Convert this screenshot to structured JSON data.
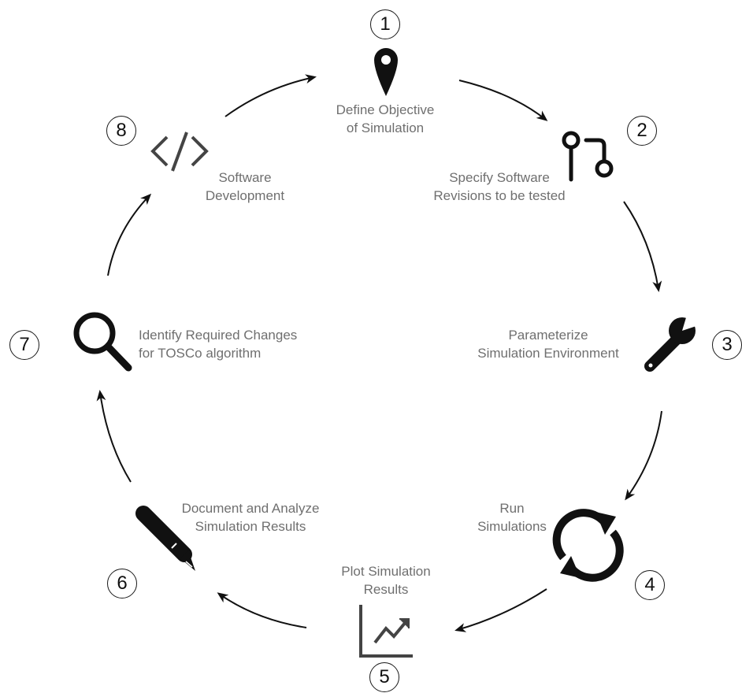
{
  "steps": [
    {
      "number": "1",
      "icon": "map-pin-icon",
      "lines": [
        "Define Objective",
        "of Simulation"
      ]
    },
    {
      "number": "2",
      "icon": "git-branch-icon",
      "lines": [
        "Specify Software",
        "Revisions to be tested"
      ]
    },
    {
      "number": "3",
      "icon": "wrench-icon",
      "lines": [
        "Parameterize",
        "Simulation Environment"
      ]
    },
    {
      "number": "4",
      "icon": "refresh-icon",
      "lines": [
        "Run",
        "Simulations"
      ]
    },
    {
      "number": "5",
      "icon": "chart-line-icon",
      "lines": [
        "Plot Simulation",
        "Results"
      ]
    },
    {
      "number": "6",
      "icon": "pencil-icon",
      "lines": [
        "Document and Analyze",
        "Simulation Results"
      ]
    },
    {
      "number": "7",
      "icon": "search-icon",
      "lines": [
        "Identify Required Changes",
        "for TOSCo algorithm"
      ]
    },
    {
      "number": "8",
      "icon": "code-icon",
      "lines": [
        "Software",
        "Development"
      ]
    }
  ],
  "colors": {
    "text": "#6f6f6f",
    "icon": "#111111",
    "icon_muted": "#444444",
    "arrow": "#111111"
  }
}
